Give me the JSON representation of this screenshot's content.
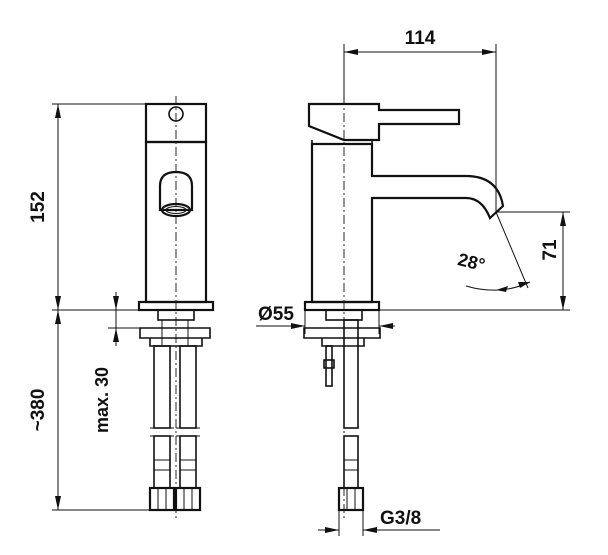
{
  "dimensions": {
    "spout_reach": "114",
    "body_height": "152",
    "hose_length": "~380",
    "max_deck_thickness": "max. 30",
    "base_diameter": "Ø55",
    "spout_height": "71",
    "spout_angle": "28°",
    "thread_size": "G3/8"
  }
}
